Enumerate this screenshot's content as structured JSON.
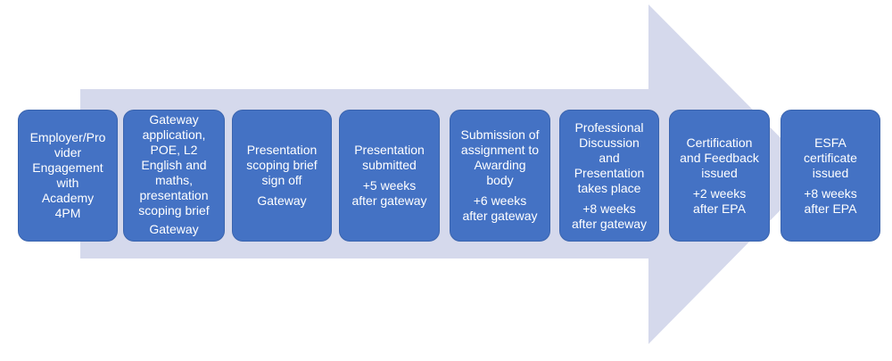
{
  "colors": {
    "arrow": "#d5d9ec",
    "box": "#4472c4",
    "text": "#ffffff"
  },
  "steps": [
    {
      "lines": [
        "Employer/Pro",
        "vider",
        "Engagement",
        "with",
        "Academy",
        "4PM"
      ]
    },
    {
      "lines": [
        "Gateway",
        "application,",
        "POE, L2",
        "English and",
        "maths,",
        "presentation",
        "scoping brief"
      ],
      "extra": "Gateway"
    },
    {
      "lines": [
        "Presentation",
        "scoping brief",
        "sign off"
      ],
      "extra": "Gateway"
    },
    {
      "lines": [
        "Presentation",
        "submitted"
      ],
      "extra_lines": [
        "+5 weeks",
        "after gateway"
      ]
    },
    {
      "lines": [
        "Submission of",
        "assignment to",
        "Awarding",
        "body"
      ],
      "extra_lines": [
        "+6 weeks",
        "after gateway"
      ]
    },
    {
      "lines": [
        "Professional",
        "Discussion",
        "and",
        "Presentation",
        "takes place"
      ],
      "extra_lines": [
        "+8 weeks",
        "after gateway"
      ]
    },
    {
      "lines": [
        "Certification",
        "and Feedback",
        "issued"
      ],
      "extra_lines": [
        "+2 weeks",
        "after EPA"
      ]
    },
    {
      "lines": [
        "ESFA",
        "certificate",
        "issued"
      ],
      "extra_lines": [
        "+8 weeks",
        "after EPA"
      ]
    }
  ]
}
